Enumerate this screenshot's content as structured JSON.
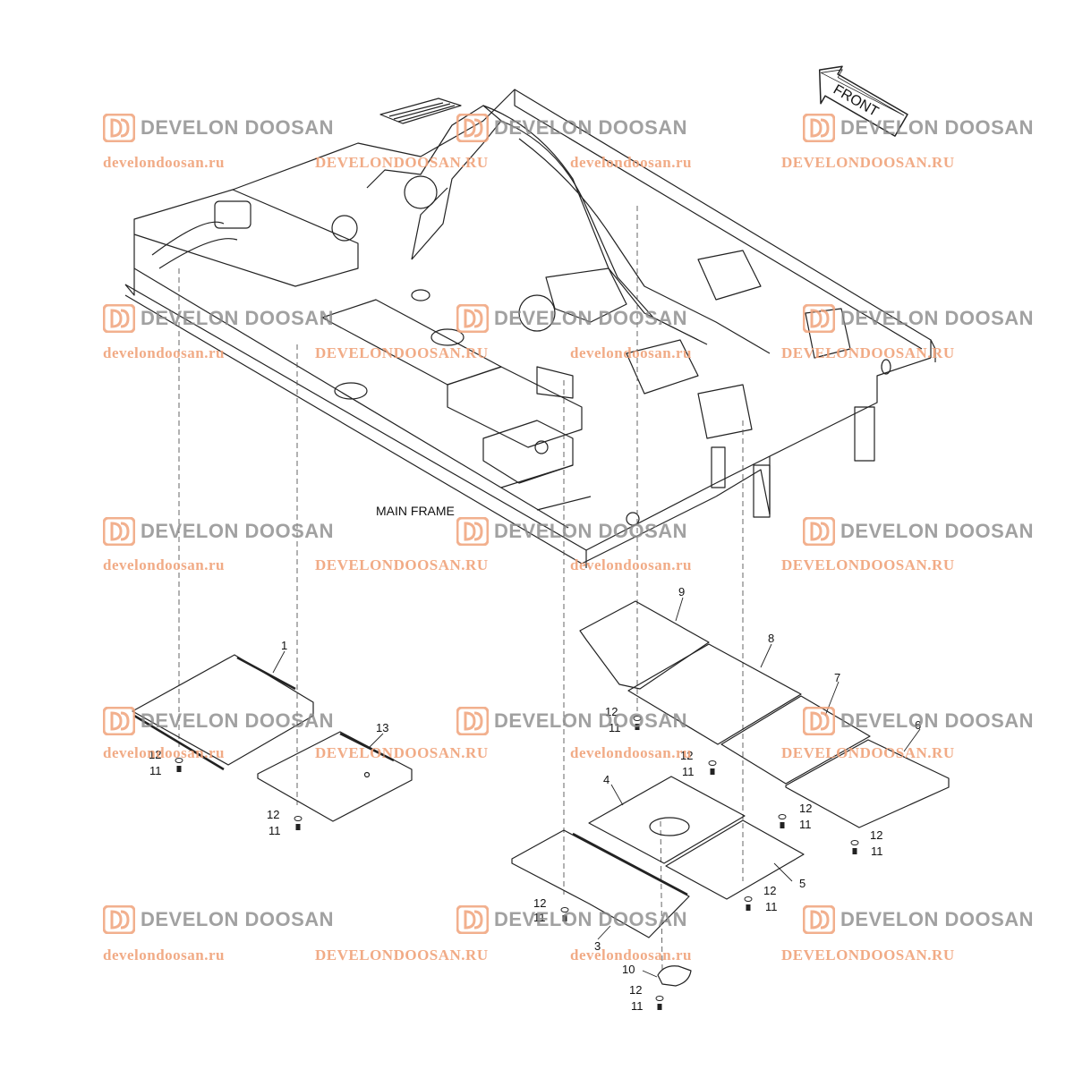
{
  "diagram": {
    "direction_label": "FRONT",
    "frame_label": "MAIN FRAME",
    "callouts": [
      "1",
      "3",
      "4",
      "5",
      "6",
      "7",
      "8",
      "9",
      "10",
      "11",
      "12",
      "13"
    ]
  },
  "watermark": {
    "brand": "DEVELON DOOSAN",
    "url_lower": "develondoosan.ru",
    "url_upper": "DEVELONDOOSAN.RU",
    "brand_color": "#8a8a8a",
    "url_color": "#f0a27a"
  }
}
